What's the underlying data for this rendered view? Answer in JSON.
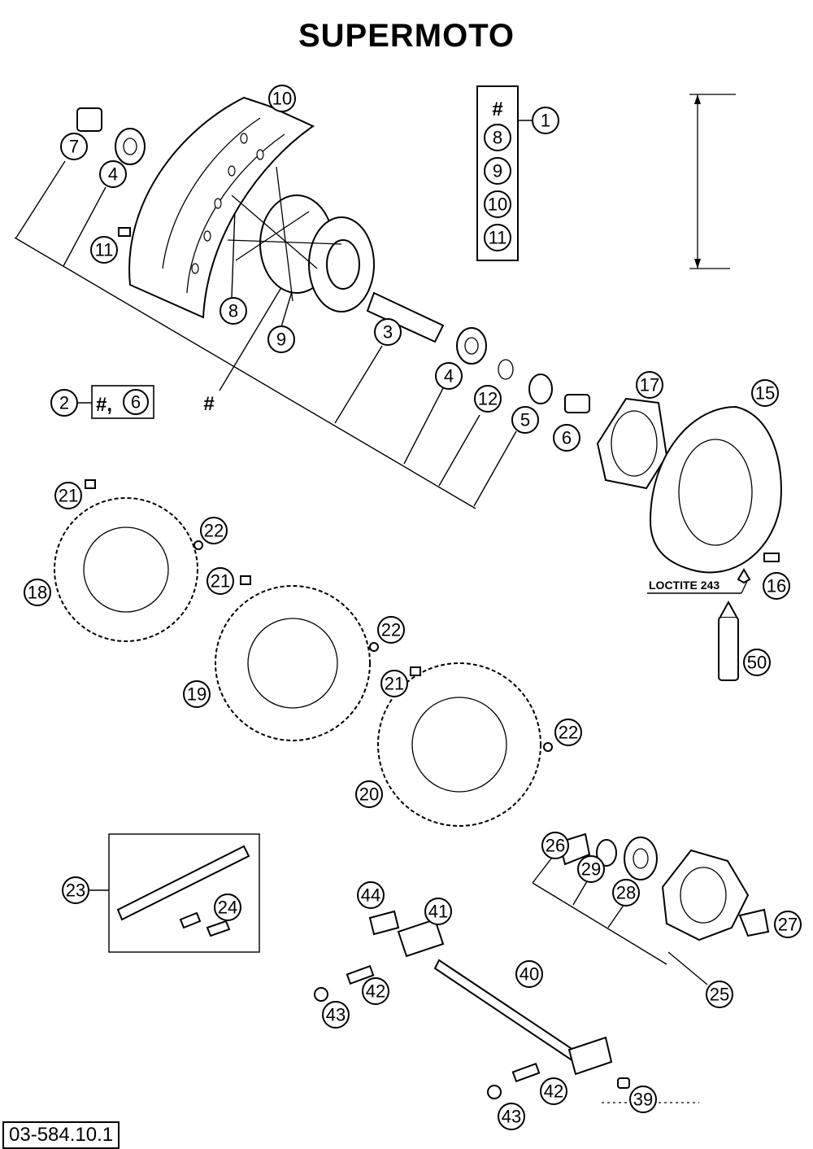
{
  "title": "SUPERMOTO",
  "doc_number": "03-584.10.1",
  "loctite_label": "LOCTITE 243",
  "hash_symbol": "#",
  "group_box_top": {
    "items": [
      "#",
      "8",
      "9",
      "10",
      "11"
    ],
    "ref": "1"
  },
  "group_box_left": {
    "ref": "2",
    "items_text": "#,",
    "item_circle": "6"
  },
  "callouts": [
    {
      "id": "c10a",
      "label": "10"
    },
    {
      "id": "c7",
      "label": "7"
    },
    {
      "id": "c4a",
      "label": "4"
    },
    {
      "id": "c11a",
      "label": "11"
    },
    {
      "id": "c8a",
      "label": "8"
    },
    {
      "id": "c9a",
      "label": "9"
    },
    {
      "id": "c3",
      "label": "3"
    },
    {
      "id": "c4b",
      "label": "4"
    },
    {
      "id": "c12",
      "label": "12"
    },
    {
      "id": "c5",
      "label": "5"
    },
    {
      "id": "c6a",
      "label": "6"
    },
    {
      "id": "c17",
      "label": "17"
    },
    {
      "id": "c15",
      "label": "15"
    },
    {
      "id": "c16",
      "label": "16"
    },
    {
      "id": "c50",
      "label": "50"
    },
    {
      "id": "c21a",
      "label": "21"
    },
    {
      "id": "c22a",
      "label": "22"
    },
    {
      "id": "c18",
      "label": "18"
    },
    {
      "id": "c21b",
      "label": "21"
    },
    {
      "id": "c22b",
      "label": "22"
    },
    {
      "id": "c19",
      "label": "19"
    },
    {
      "id": "c21c",
      "label": "21"
    },
    {
      "id": "c22c",
      "label": "22"
    },
    {
      "id": "c20",
      "label": "20"
    },
    {
      "id": "c26",
      "label": "26"
    },
    {
      "id": "c29",
      "label": "29"
    },
    {
      "id": "c28",
      "label": "28"
    },
    {
      "id": "c27",
      "label": "27"
    },
    {
      "id": "c25",
      "label": "25"
    },
    {
      "id": "c23",
      "label": "23"
    },
    {
      "id": "c24",
      "label": "24"
    },
    {
      "id": "c44",
      "label": "44"
    },
    {
      "id": "c41",
      "label": "41"
    },
    {
      "id": "c40",
      "label": "40"
    },
    {
      "id": "c42a",
      "label": "42"
    },
    {
      "id": "c43a",
      "label": "43"
    },
    {
      "id": "c39",
      "label": "39"
    },
    {
      "id": "c42b",
      "label": "42"
    },
    {
      "id": "c43b",
      "label": "43"
    }
  ]
}
